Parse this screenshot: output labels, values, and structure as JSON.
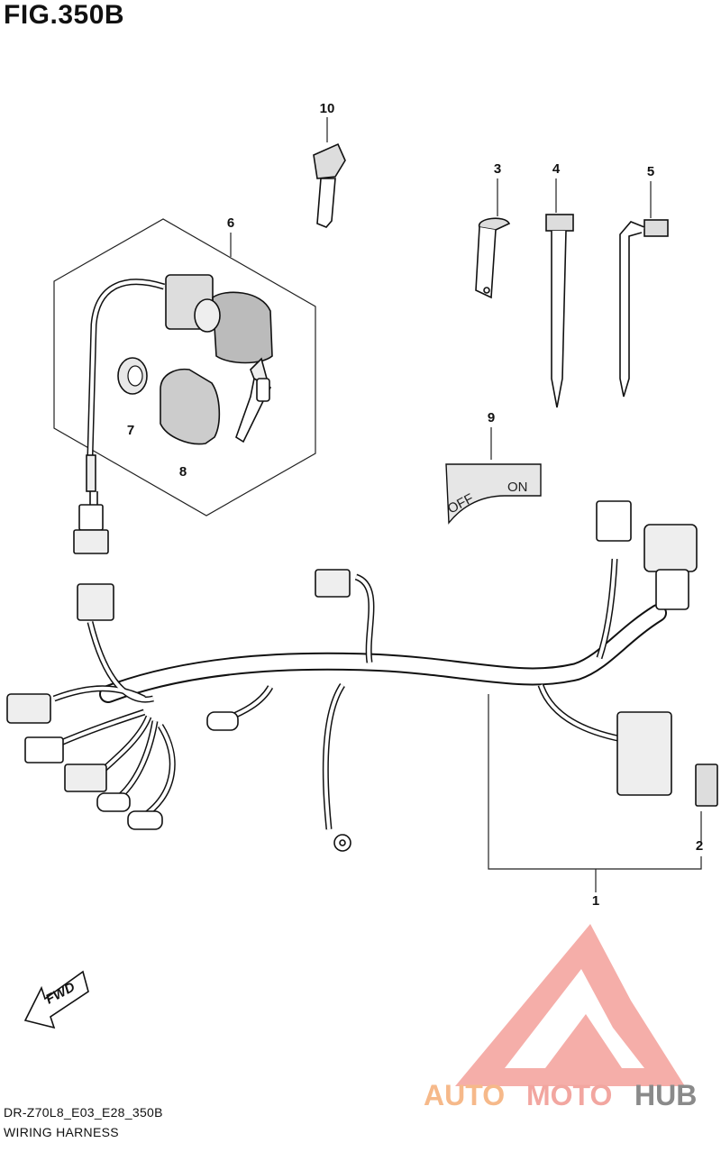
{
  "figure": {
    "title": "FIG.350B",
    "model_code": "DR-Z70L8_E03_E28_350B",
    "name": "WIRING HARNESS"
  },
  "callouts": [
    "1",
    "2",
    "3",
    "4",
    "5",
    "6",
    "7",
    "8",
    "9",
    "10"
  ],
  "plate": {
    "off": "OFF",
    "on": "ON"
  },
  "fwd_label": "FWD",
  "watermark": {
    "part1": "AUTO",
    "part2": "MOTO",
    "part3": "HUB",
    "colors": {
      "auto": "#f6b98a",
      "moto": "#f2a6a0",
      "hub": "#8a8a8a",
      "logo": "#f08a84"
    }
  }
}
